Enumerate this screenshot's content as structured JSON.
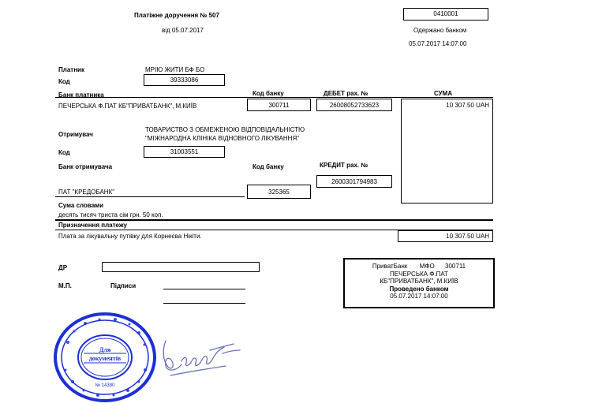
{
  "header": {
    "title": "Платіжне доручення  № 507",
    "date_line": "від 05.07.2017",
    "doc_code": "0410001",
    "received_label": "Одержано банком",
    "received_datetime": "05.07.2017 14:07:00"
  },
  "payer": {
    "label": "Платник",
    "name": "МРІЮ ЖИТИ БФ БО",
    "code_label": "Код",
    "code": "39333086",
    "bank_label": "Банк платника",
    "bank_name": "ПЕЧЕРСЬКА Ф.ПАТ КБ\"ПРИВАТБАНК\", М.КИЇВ",
    "bank_code_label": "Код банку",
    "bank_code": "300711",
    "debit_label": "ДЕБЕТ рах. №",
    "debit_account": "26008052733623"
  },
  "sum": {
    "label": "СУМА",
    "amount": "10 307.50 UAH"
  },
  "recipient": {
    "label": "Отримувач",
    "name_line1": "ТОВАРИСТВО З ОБМЕЖЕНОЮ ВІДПОВІДАЛЬНІСТЮ",
    "name_line2": "\"МІЖНАРОДНА КЛІНІКА ВІДНОВНОГО ЛІКУВАННЯ\"",
    "code_label": "Код",
    "code": "31003551",
    "bank_label": "Банк отримувача",
    "bank_code_label": "Код банку",
    "credit_label": "КРЕДИТ рах. №",
    "credit_account": "2600301794983",
    "bank_name": "ПАТ \"КРЕДОБАНК\"",
    "bank_code": "325365"
  },
  "words": {
    "label": "Сума словами",
    "text": "десять тисяч триста сім грн. 50 коп."
  },
  "purpose": {
    "label": "Призначення платежу",
    "text": "Плата за лікувальну путівку для Корнеєва Нікіти.",
    "amount": "10 307.50 UAH"
  },
  "footer": {
    "dr_label": "ДР",
    "mp_label": "М.П.",
    "signatures_label": "Підписи"
  },
  "bank_stamp": {
    "line1": "ПриватБанк       МФО      300711",
    "line2": "ПЕЧЕРСЬКА Ф.ПАТ",
    "line3": "КБ\"ПРИВАТБАНК\", М.КИЇВ",
    "line4": "Проведено банком",
    "line5": "05.07.2017 14:07:00"
  },
  "seal": {
    "center_top": "Для",
    "center_bottom": "документів",
    "code": "№ 14380"
  },
  "colors": {
    "seal_blue": "#1d2fd6",
    "signature_blue": "#6a72b8"
  }
}
